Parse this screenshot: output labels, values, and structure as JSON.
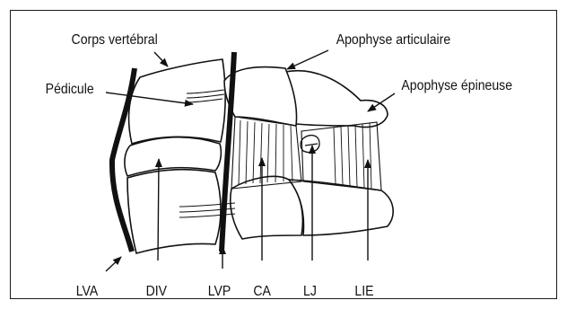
{
  "labels": {
    "corps_vertebral": "Corps vertébral",
    "pedicule": "Pédicule",
    "apophyse_articulaire": "Apophyse articulaire",
    "apophyse_epineuse": "Apophyse épineuse",
    "lva": "LVA",
    "div": "DIV",
    "lvp": "LVP",
    "ca": "CA",
    "lj": "LJ",
    "lie": "LIE"
  },
  "colors": {
    "ink": "#111111",
    "frame": "#1a1a1a",
    "background": "#ffffff"
  }
}
